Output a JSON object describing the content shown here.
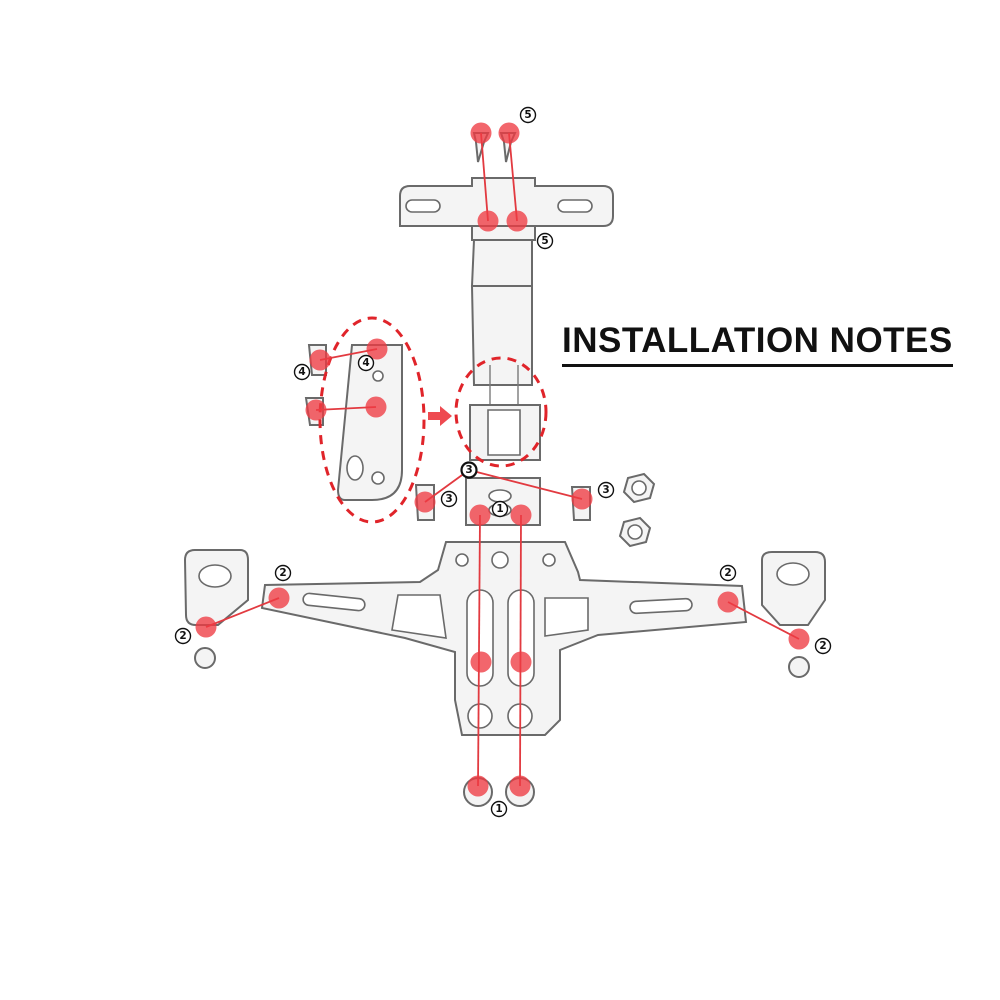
{
  "title": "INSTALLATION NOTES",
  "step_labels": {
    "s1": "1",
    "s2": "2",
    "s3": "3",
    "s4": "4",
    "s5": "5"
  },
  "colors": {
    "marker": "#ee3b43",
    "leader": "#e23a40",
    "outline": "#6a6a6a",
    "title": "#111111"
  }
}
